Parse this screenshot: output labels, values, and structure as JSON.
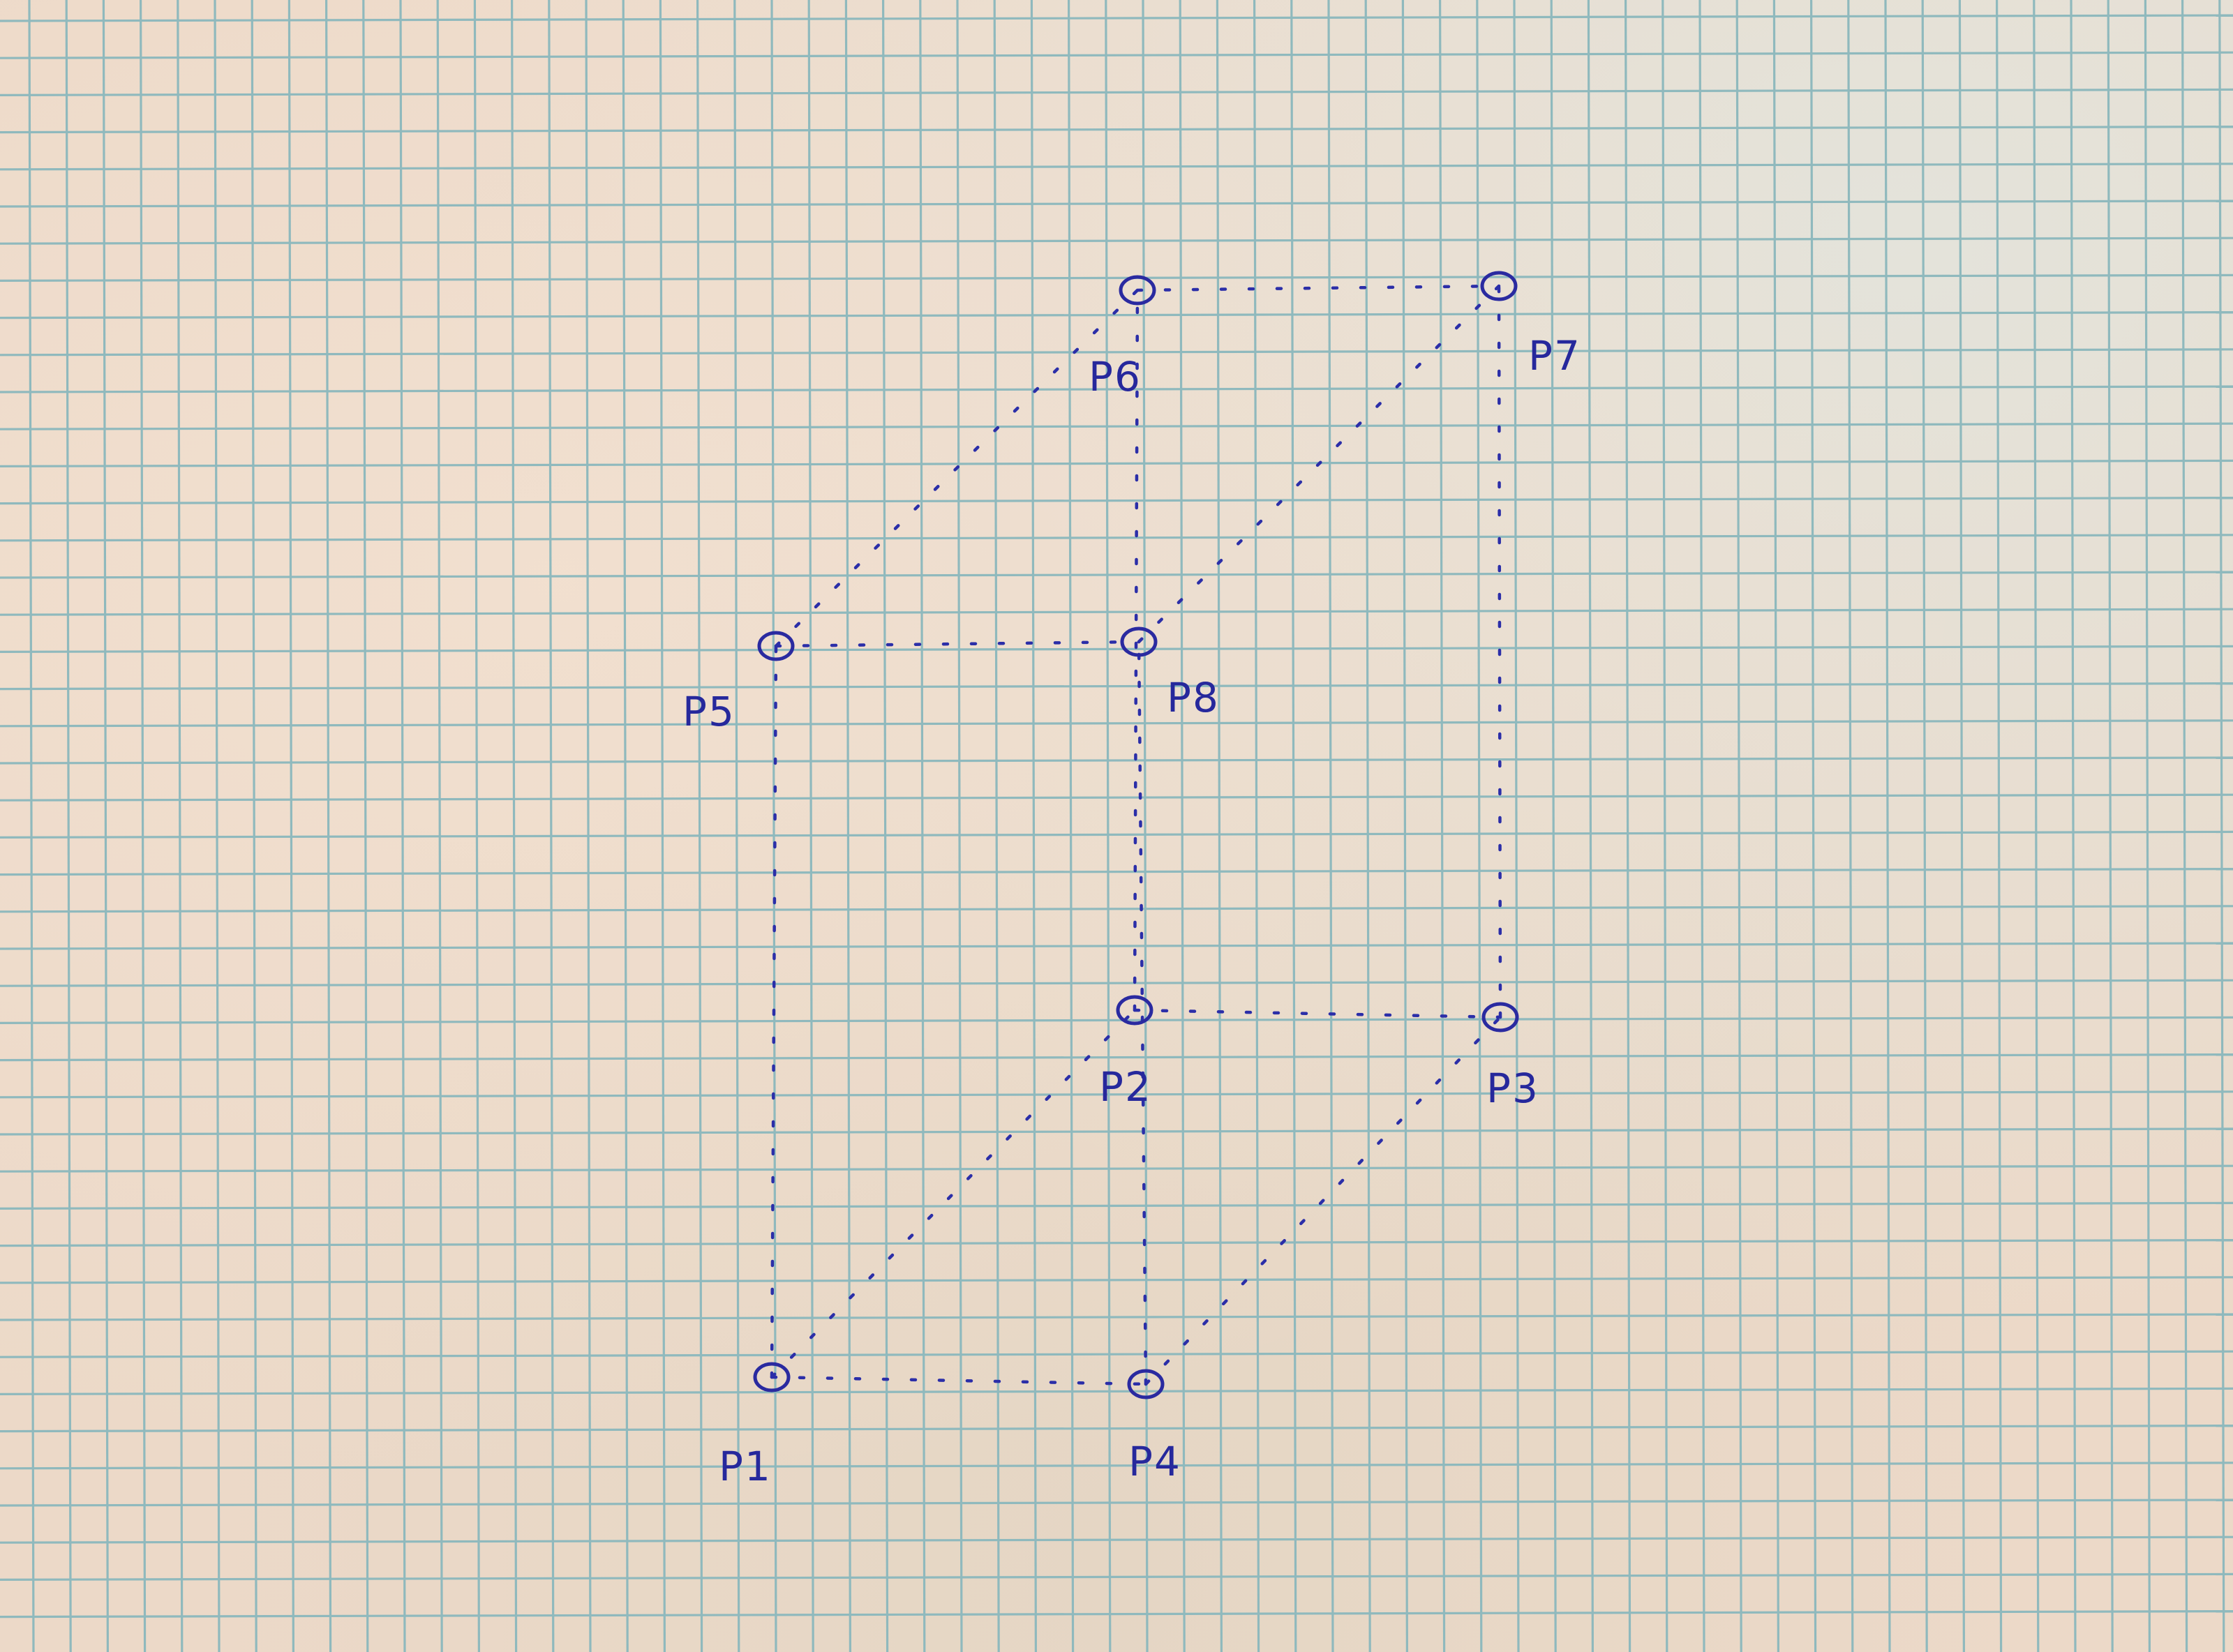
{
  "diagram": {
    "type": "rectangular-prism-sketch",
    "ink_color": "#2a2aa0",
    "grid_color": "#8fb9bd",
    "paper_color": "#ecd9c8",
    "vertices": [
      {
        "id": "P1",
        "label": "P1"
      },
      {
        "id": "P2",
        "label": "P2"
      },
      {
        "id": "P3",
        "label": "P3"
      },
      {
        "id": "P4",
        "label": "P4"
      },
      {
        "id": "P5",
        "label": "P5"
      },
      {
        "id": "P6",
        "label": "P6"
      },
      {
        "id": "P7",
        "label": "P7"
      },
      {
        "id": "P8",
        "label": "P8"
      }
    ],
    "edges": [
      [
        "P1",
        "P4"
      ],
      [
        "P2",
        "P3"
      ],
      [
        "P1",
        "P2"
      ],
      [
        "P4",
        "P3"
      ],
      [
        "P5",
        "P8"
      ],
      [
        "P6",
        "P7"
      ],
      [
        "P5",
        "P6"
      ],
      [
        "P8",
        "P7"
      ],
      [
        "P1",
        "P5"
      ],
      [
        "P4",
        "P8"
      ],
      [
        "P2",
        "P6"
      ],
      [
        "P3",
        "P7"
      ]
    ]
  }
}
